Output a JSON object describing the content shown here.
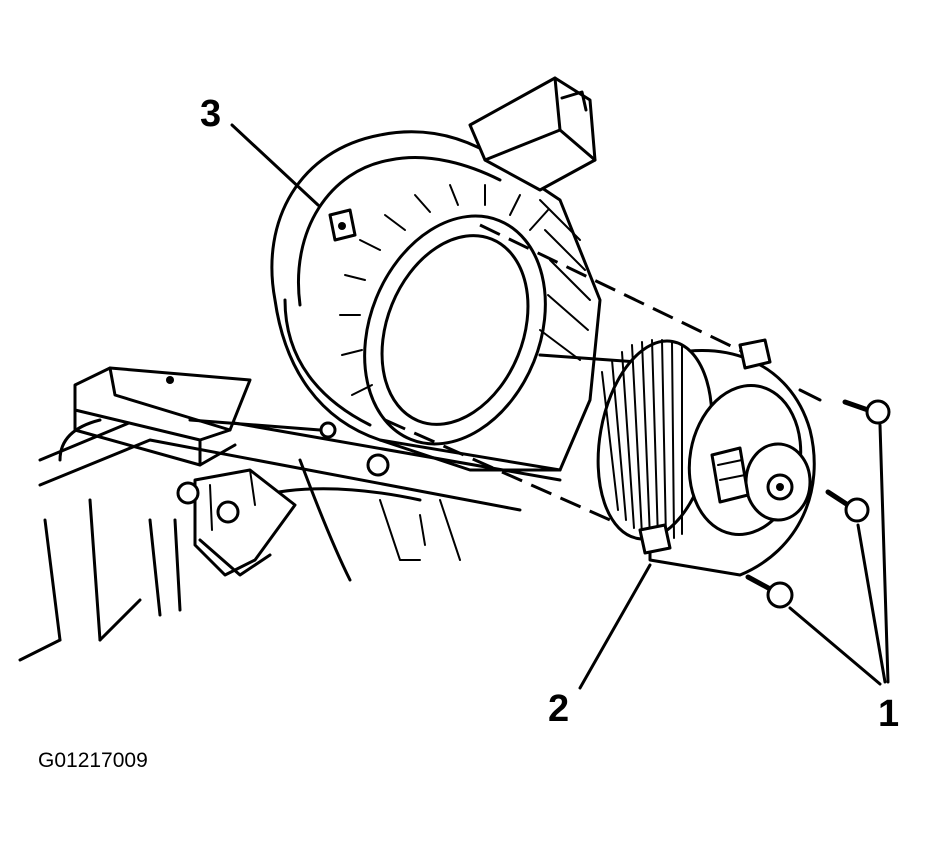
{
  "callouts": [
    {
      "id": "1",
      "label": "1"
    },
    {
      "id": "2",
      "label": "2"
    },
    {
      "id": "3",
      "label": "3"
    }
  ],
  "figure_id": "G01217009",
  "colors": {
    "ink": "#000000",
    "paper": "#ffffff"
  }
}
